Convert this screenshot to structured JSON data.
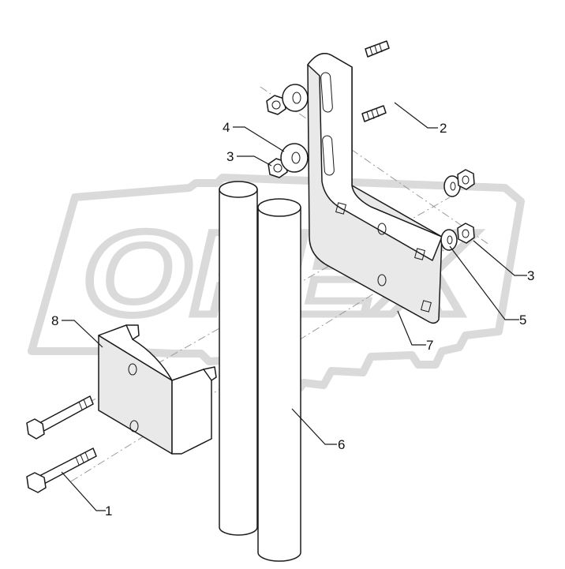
{
  "watermark": {
    "text": "OPEX",
    "color": "#d6d6d6"
  },
  "callouts": [
    {
      "id": "1",
      "label": "1"
    },
    {
      "id": "2",
      "label": "2"
    },
    {
      "id": "3a",
      "label": "3"
    },
    {
      "id": "3b",
      "label": "3"
    },
    {
      "id": "4",
      "label": "4"
    },
    {
      "id": "5",
      "label": "5"
    },
    {
      "id": "6",
      "label": "6"
    },
    {
      "id": "7",
      "label": "7"
    },
    {
      "id": "8",
      "label": "8"
    }
  ]
}
